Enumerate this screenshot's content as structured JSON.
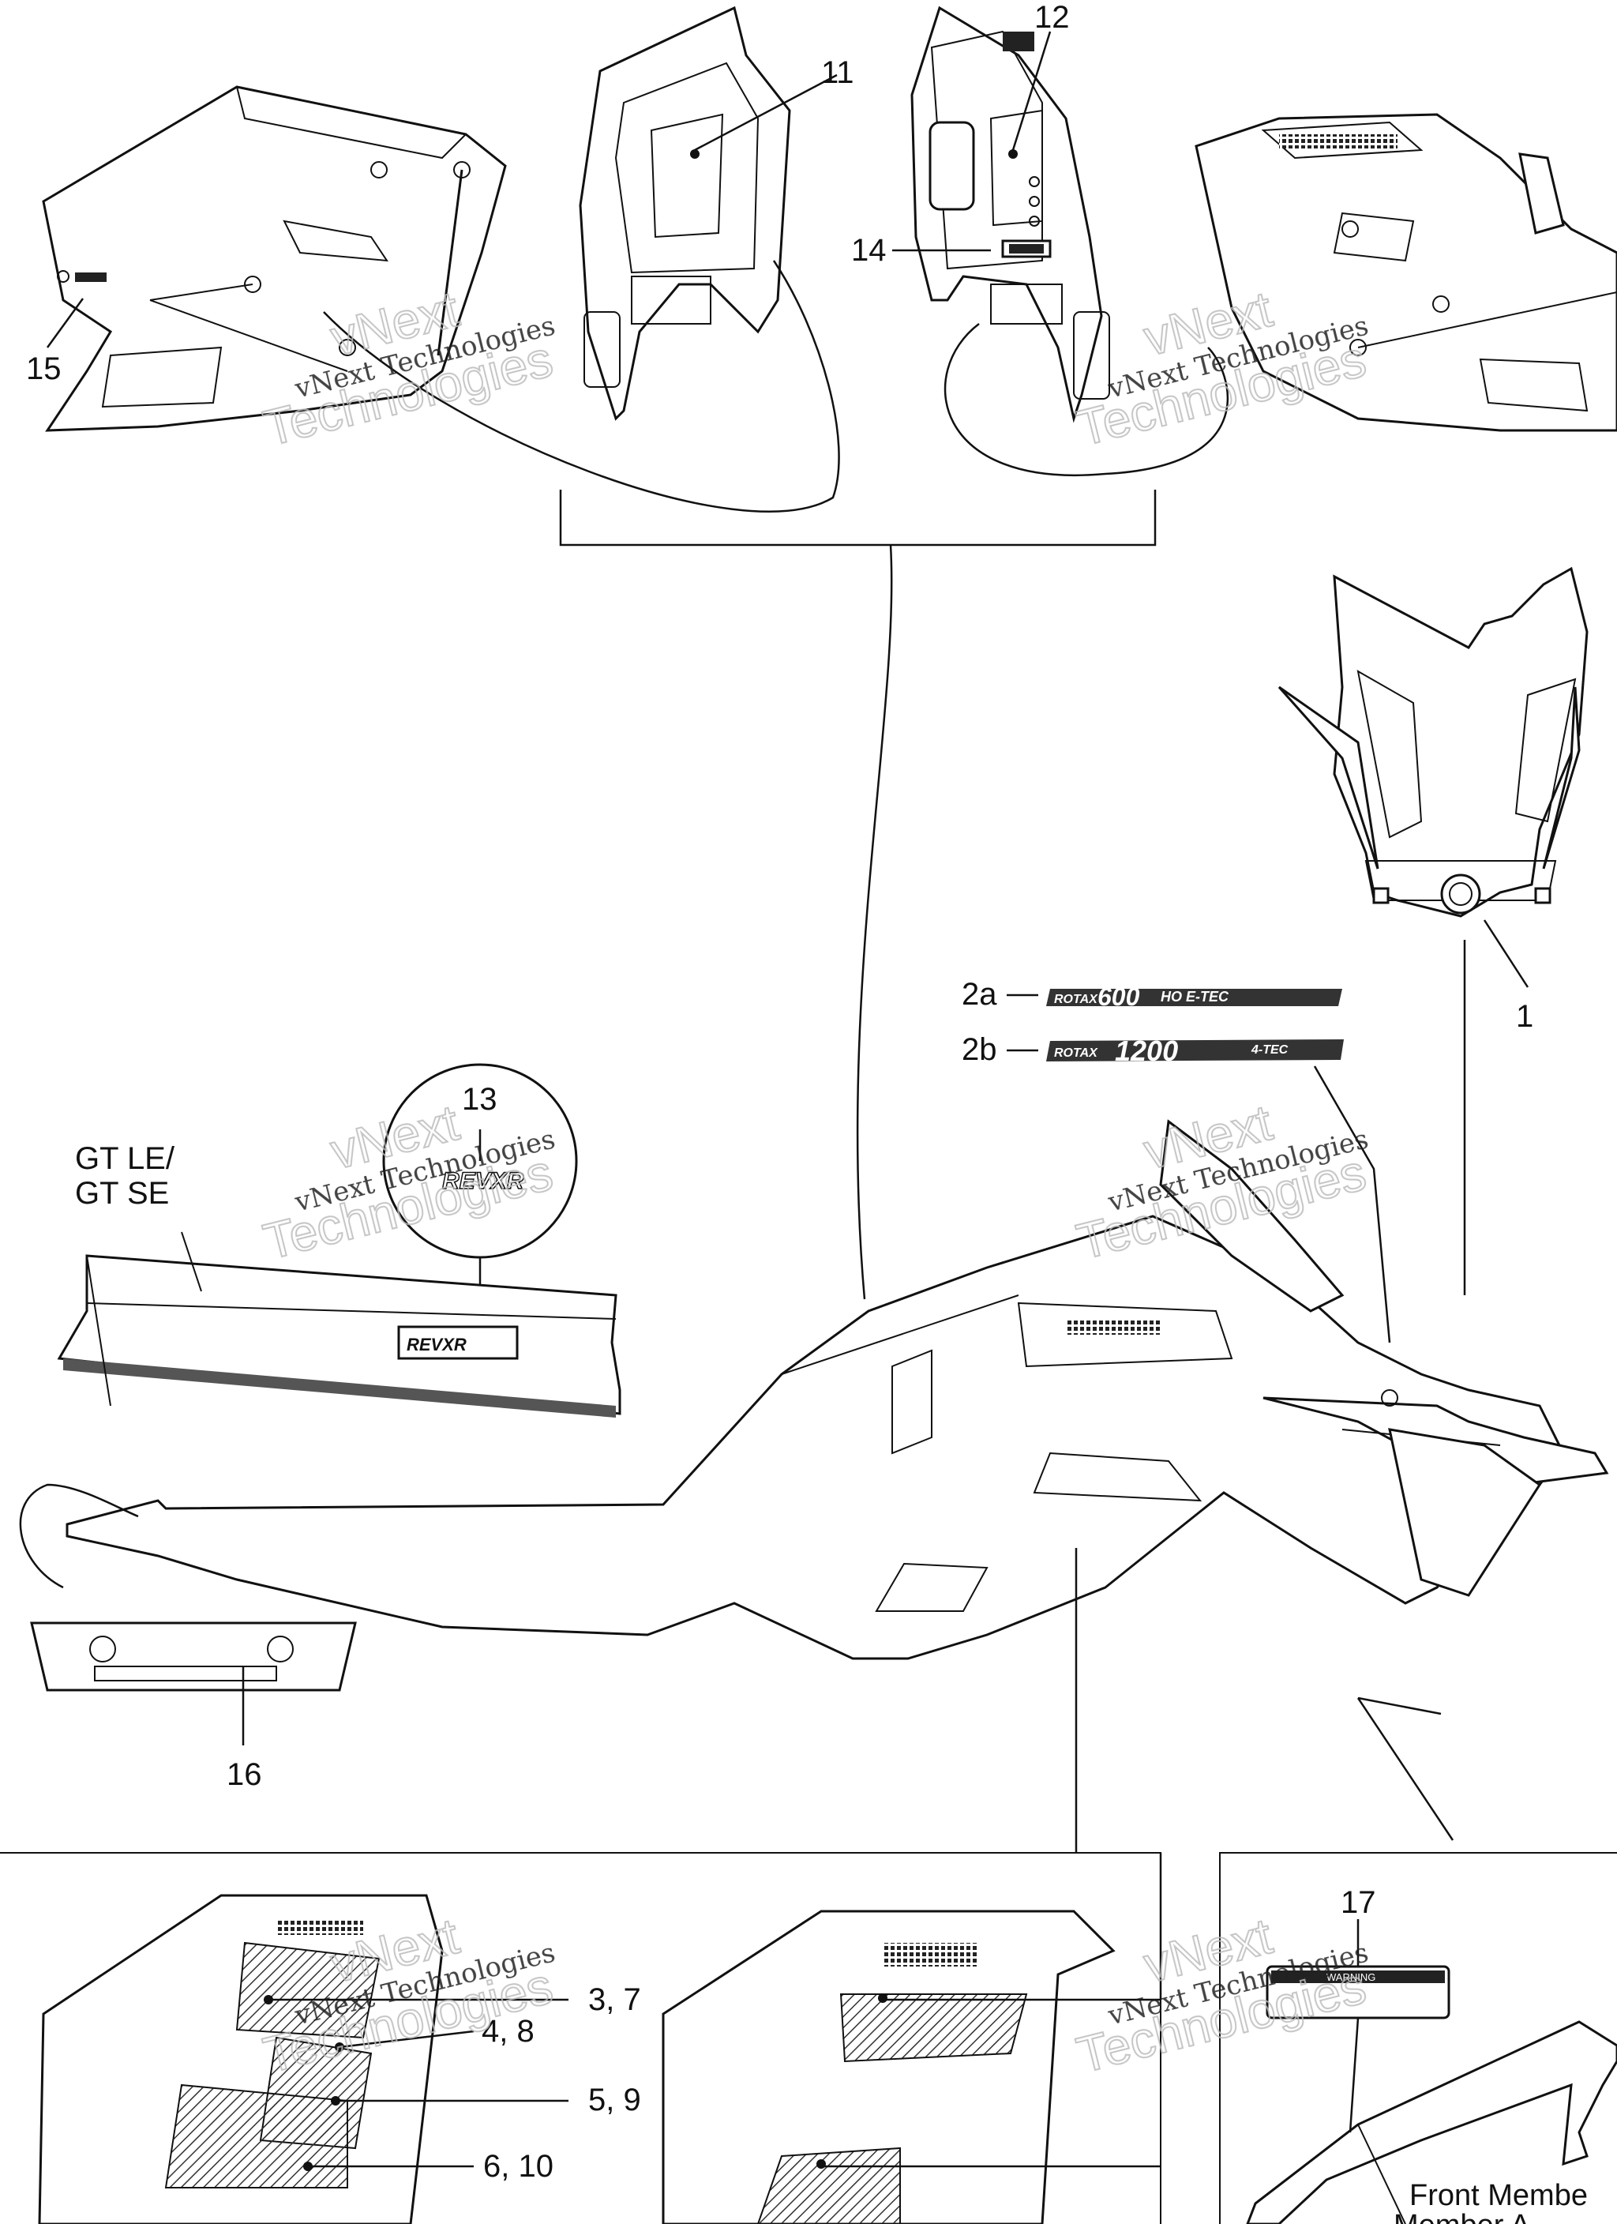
{
  "callouts": {
    "c1": "1",
    "c2a": "2a",
    "c2b": "2b",
    "c3_7": "3, 7",
    "c4_8": "4, 8",
    "c5_9": "5, 9",
    "c6_10": "6, 10",
    "c11": "11",
    "c12": "12",
    "c13": "13",
    "c14": "14",
    "c15": "15",
    "c16": "16",
    "c17": "17"
  },
  "labels": {
    "gt_line1": "GT LE/",
    "gt_line2": "GT SE",
    "front_member_1": "Front Membe",
    "front_member_2": "Member A"
  },
  "decals": {
    "rotax_600_prefix": "ROTAX",
    "rotax_600_model": "600",
    "rotax_600_suffix": "HO E-TEC",
    "rotax_1200_prefix": "ROTAX",
    "rotax_1200_model": "1200",
    "rotax_1200_suffix": "4-TEC",
    "rev_xr": "REVXR",
    "warning_title": "WARNING"
  },
  "watermark": {
    "line1": "vNext",
    "line2": "vNext Technologies",
    "line3": "Technologies"
  }
}
